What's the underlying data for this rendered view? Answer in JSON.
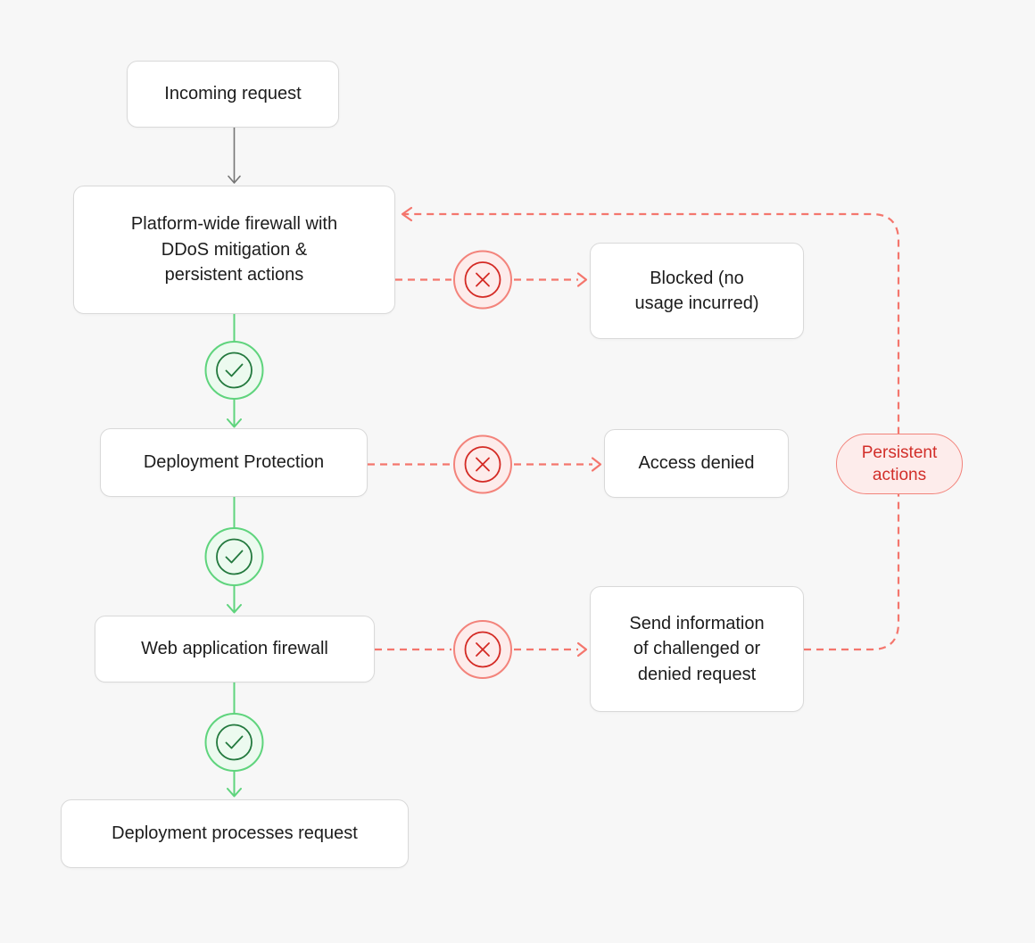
{
  "diagram": {
    "nodes": {
      "incoming_request": {
        "label": "Incoming request"
      },
      "platform_firewall": {
        "label": [
          "Platform-wide firewall with",
          "DDoS mitigation &",
          "persistent actions"
        ]
      },
      "blocked": {
        "label": [
          "Blocked (no",
          "usage incurred)"
        ]
      },
      "deployment_protection": {
        "label": "Deployment Protection"
      },
      "access_denied": {
        "label": "Access denied"
      },
      "web_application_firewall": {
        "label": "Web application firewall"
      },
      "send_information": {
        "label": [
          "Send information",
          "of challenged or",
          "denied request"
        ]
      },
      "deployment_processes_request": {
        "label": "Deployment processes request"
      },
      "persistent_actions": {
        "label": [
          "Persistent",
          "actions"
        ]
      }
    },
    "icons": {
      "pass": "check-circle-icon",
      "fail": "x-circle-icon"
    },
    "colors": {
      "background": "#f7f7f7",
      "node_fill": "#ffffff",
      "node_border": "#d9d9d9",
      "node_text": "#1c1c1c",
      "flow_gray": "#757575",
      "pass_green": "#5fd47d",
      "pass_green_fill": "#ecfaef",
      "pass_green_dark": "#23793e",
      "fail_red": "#f4766d",
      "fail_red_fill": "#fdeceb",
      "fail_red_dark": "#d42a24",
      "persistent_pill_fill": "#fdeceb",
      "persistent_pill_border": "#f2837b",
      "persistent_text": "#d22f2a"
    }
  }
}
